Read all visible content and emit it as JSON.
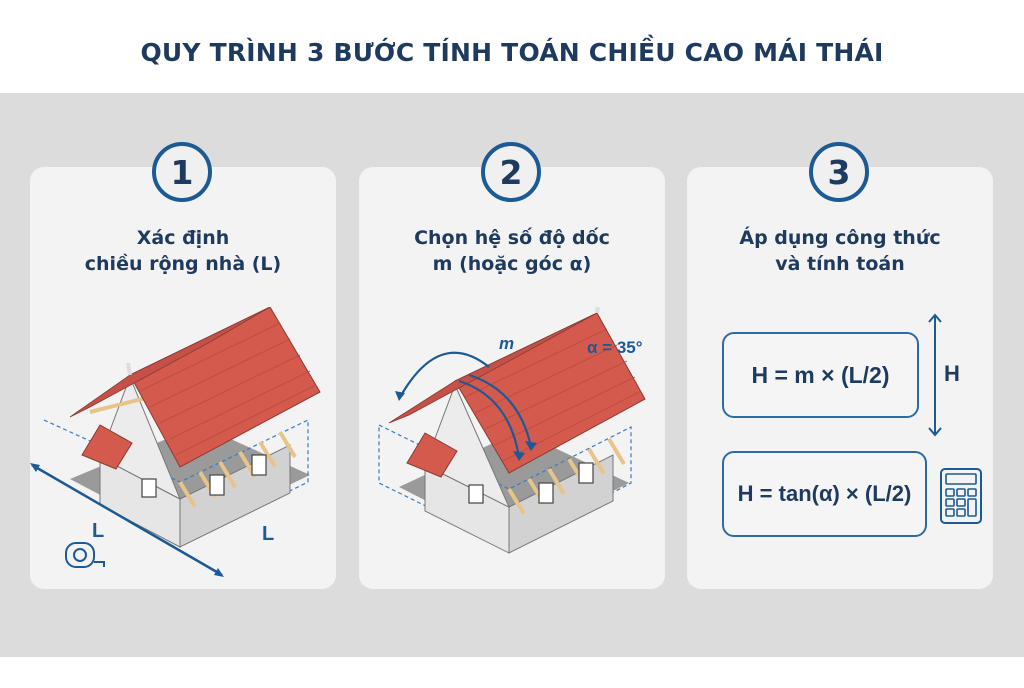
{
  "header": {
    "title": "QUY TRÌNH 3 BƯỚC TÍNH TOÁN CHIỀU CAO MÁI THÁI"
  },
  "steps": [
    {
      "number": "1",
      "title_line1": "Xác định",
      "title_line2": "chiều rộng nhà (L)",
      "illustration": {
        "type": "house-with-width-measure",
        "labels": {
          "width_left": "L",
          "width_right": "L"
        },
        "icon": "tape-measure-icon"
      }
    },
    {
      "number": "2",
      "title_line1": "Chọn hệ số độ dốc",
      "title_line2": "m (hoặc góc α)",
      "illustration": {
        "type": "house-with-slope-arrows",
        "labels": {
          "slope": "m",
          "angle": "α = 35°"
        }
      }
    },
    {
      "number": "3",
      "title_line1": "Áp dụng công thức",
      "title_line2": "và tính toán",
      "formulas": [
        "H = m × (L/2)",
        "H = tan(α) × (L/2)"
      ],
      "height_label": "H",
      "icon": "calculator-icon"
    }
  ],
  "colors": {
    "title": "#1e3a5f",
    "accent_blue": "#1c5a96",
    "roof_red": "#d45a4e",
    "band_grey": "#dcdcdc",
    "card_bg": "#f3f3f3"
  }
}
